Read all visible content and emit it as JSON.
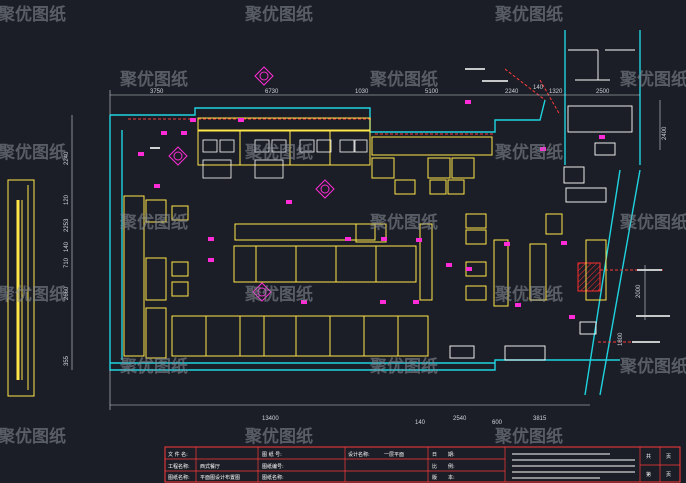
{
  "watermark": "聚优图纸",
  "dimensions": {
    "top": [
      "3750",
      "6730",
      "1030",
      "5100",
      "2240",
      "140",
      "1320",
      "2500"
    ],
    "bottom": [
      "13400",
      "140",
      "2540",
      "600",
      "3815"
    ],
    "left": [
      "2240",
      "120",
      "2253",
      "710",
      "140",
      "2660",
      "355"
    ],
    "right": [
      "2400",
      "2000",
      "1800"
    ]
  },
  "title_block": {
    "row1": [
      "文 件 名:",
      "图 纸 号:",
      "设计名称:",
      "一层平面",
      "日",
      "期:"
    ],
    "row2": [
      "工程名称:",
      "西式餐厅",
      "图纸编号:",
      "比",
      "例:"
    ],
    "row3": [
      "图纸名称:",
      "平面图设计布置图",
      "图纸名称:",
      "版",
      "本:"
    ],
    "right_cells": [
      "共",
      "页",
      "第",
      "页"
    ]
  }
}
